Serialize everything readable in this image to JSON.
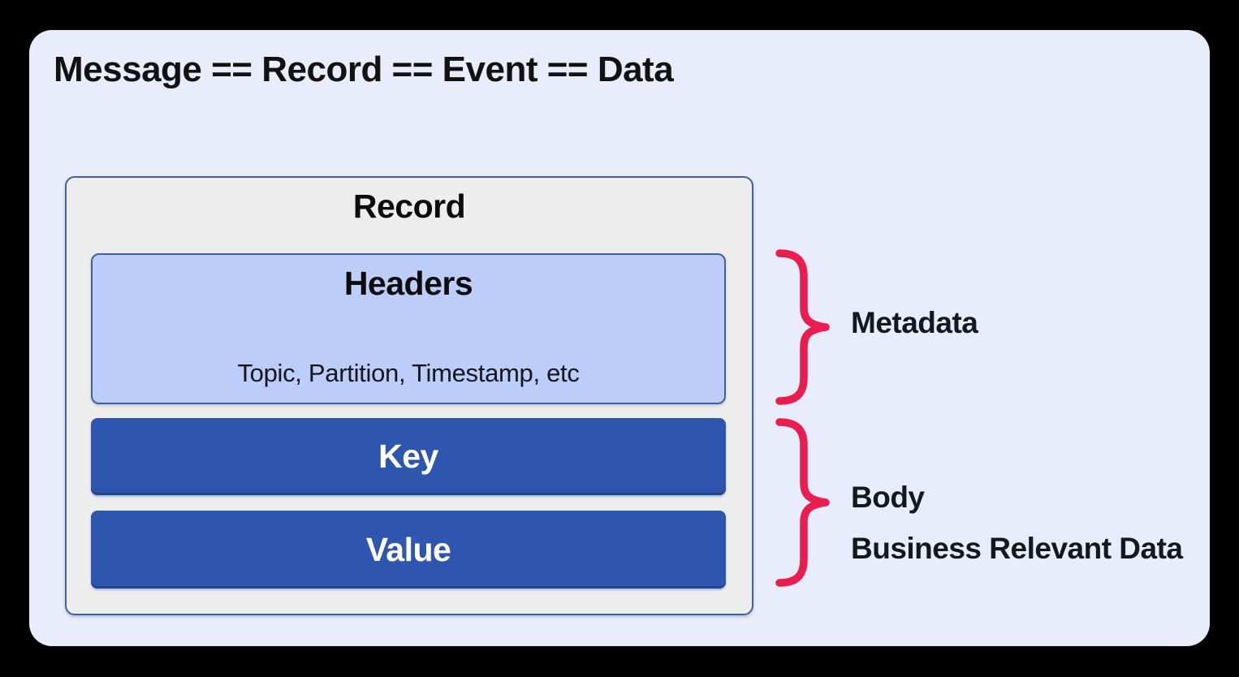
{
  "title": "Message == Record == Event == Data",
  "record": {
    "label": "Record",
    "headers": {
      "label": "Headers",
      "sublabel": "Topic, Partition, Timestamp, etc"
    },
    "key": {
      "label": "Key"
    },
    "value": {
      "label": "Value"
    }
  },
  "annotations": {
    "metadata": {
      "label": "Metadata"
    },
    "body": {
      "label": "Body",
      "sublabel": "Business Relevant Data"
    }
  },
  "colors": {
    "background": "#000000",
    "panel": "#e9edfb",
    "record_fill": "#ededed",
    "record_border": "#41609f",
    "headers_fill": "#bdcdf9",
    "key_value_fill": "#2f56ae",
    "brace": "#e91d4e",
    "text_dark": "#14181f",
    "text_white": "#ffffff"
  }
}
